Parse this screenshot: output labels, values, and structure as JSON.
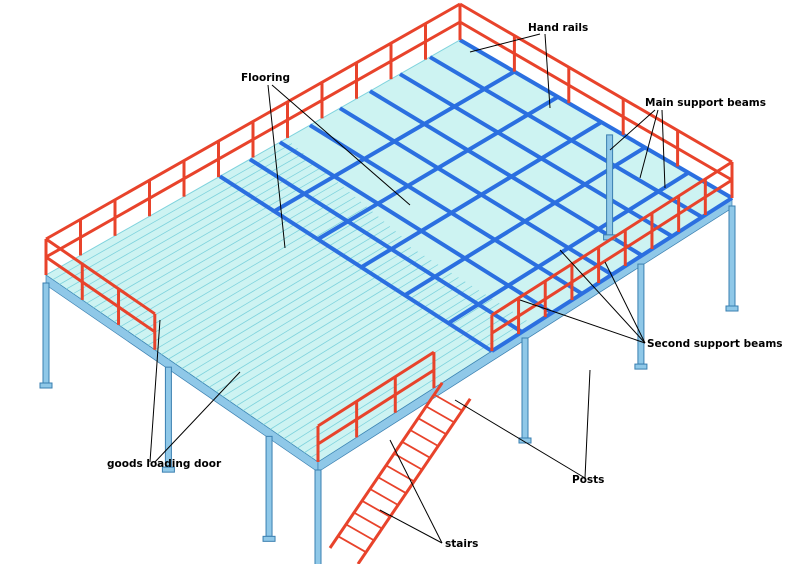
{
  "labels": {
    "hand_rails": "Hand rails",
    "flooring": "Flooring",
    "main_support_beams": "Main support beams",
    "second_support_beams": "Second support beams",
    "goods_loading_door": "goods loading door",
    "posts": "Posts",
    "stairs": "stairs"
  },
  "colors": {
    "rail": "#e8432b",
    "beam": "#2b6fe0",
    "floor": "#cdf3f2",
    "floor_line": "#7fd3dd",
    "post": "#8fc8e8",
    "post_edge": "#3a7fb0",
    "leader": "#000000"
  }
}
